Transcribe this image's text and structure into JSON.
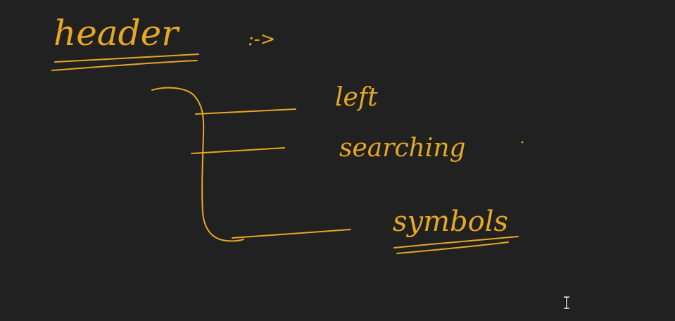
{
  "whiteboard": {
    "ink_color": "#e6a824",
    "background_color": "#212121",
    "notes": {
      "heading": "header",
      "heading_suffix": ":->",
      "items": [
        "left",
        "searching",
        "symbols"
      ]
    }
  },
  "cursor": {
    "icon": "text-cursor-icon"
  }
}
